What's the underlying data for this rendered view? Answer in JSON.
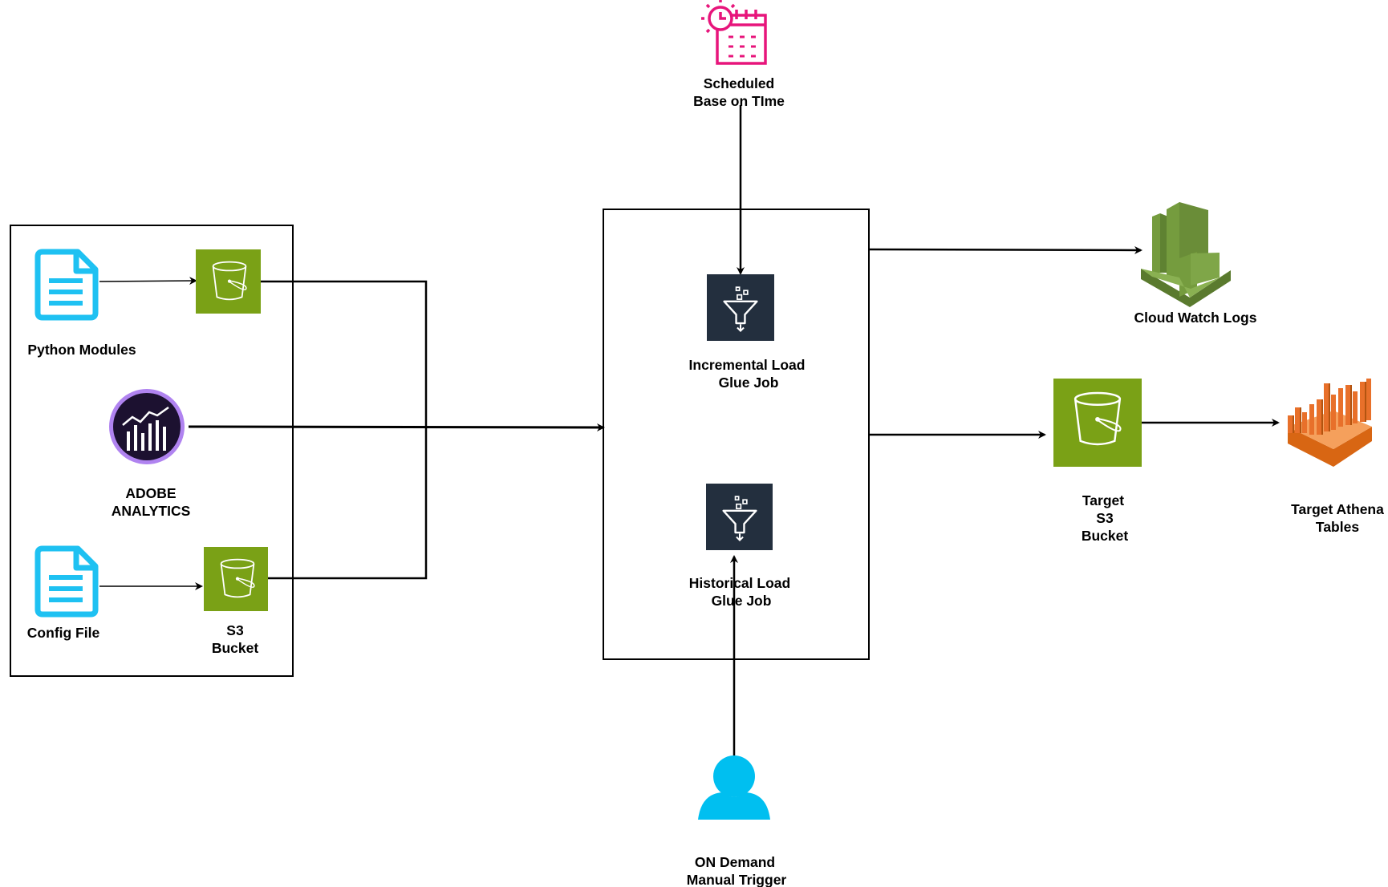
{
  "colors": {
    "s3_green": "#7AA116",
    "glue_bg": "#232F3E",
    "doc_blue": "#1EC1F2",
    "adobe_purple": "#B083F0",
    "adobe_dark": "#1C1130",
    "scheduler_pink": "#E7157B",
    "cloudwatch_green": "#6A8A3A",
    "athena_orange": "#E8702A",
    "user_blue": "#00BFF0",
    "line": "#000000"
  },
  "labels": {
    "python_modules": "Python Modules",
    "adobe_1": "ADOBE",
    "adobe_2": "ANALYTICS",
    "config_file": "Config File",
    "s3_1": "S3",
    "s3_2": "Bucket",
    "scheduled_1": "Scheduled",
    "scheduled_2": "Base on TIme",
    "incremental_1": "Incremental Load",
    "incremental_2": "Glue Job",
    "historical_1": "Historical Load",
    "historical_2": "Glue Job",
    "cloudwatch": "Cloud Watch Logs",
    "target_s3_1": "Target",
    "target_s3_2": "S3",
    "target_s3_3": "Bucket",
    "athena_1": "Target Athena",
    "athena_2": "Tables",
    "on_demand_1": "ON Demand",
    "on_demand_2": "Manual Trigger"
  },
  "icons": {
    "python_doc": "document-icon",
    "s3_python": "s3-bucket-icon",
    "adobe": "adobe-analytics-icon",
    "config_doc": "document-icon",
    "s3_config": "s3-bucket-icon",
    "scheduler": "eventbridge-scheduler-icon",
    "glue_incremental": "glue-icon",
    "glue_historical": "glue-icon",
    "cloudwatch": "cloudwatch-icon",
    "target_s3": "s3-bucket-icon",
    "athena": "athena-icon",
    "user": "user-icon"
  }
}
